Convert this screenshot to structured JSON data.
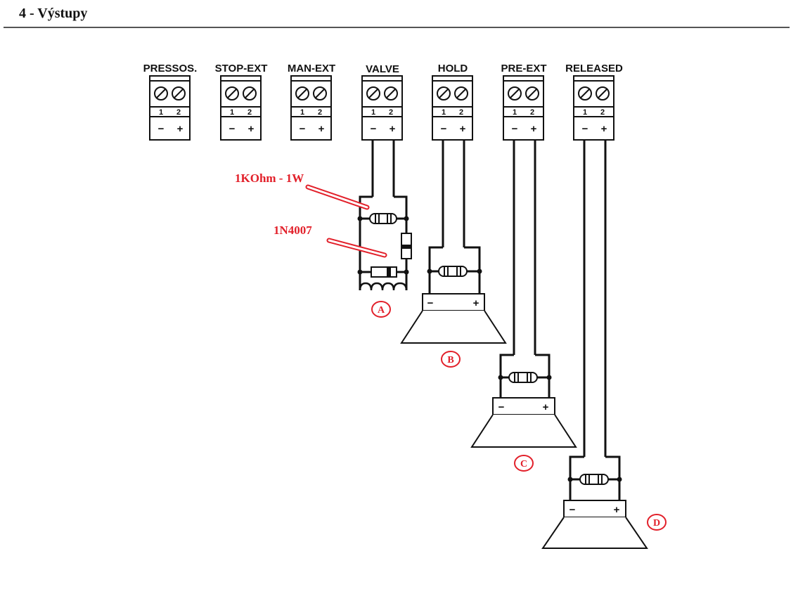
{
  "header": {
    "title": "4 - Výstupy"
  },
  "colors": {
    "wire": "#111111",
    "annotation": "#e2202a"
  },
  "terminals": [
    {
      "label": "PRESSOS.",
      "pins": [
        "1",
        "2"
      ],
      "polarity": [
        "−",
        "+"
      ]
    },
    {
      "label": "STOP-EXT",
      "pins": [
        "1",
        "2"
      ],
      "polarity": [
        "−",
        "+"
      ]
    },
    {
      "label": "MAN-EXT",
      "pins": [
        "1",
        "2"
      ],
      "polarity": [
        "−",
        "+"
      ]
    },
    {
      "label": "VALVE",
      "pins": [
        "1",
        "2"
      ],
      "polarity": [
        "−",
        "+"
      ]
    },
    {
      "label": "HOLD",
      "pins": [
        "1",
        "2"
      ],
      "polarity": [
        "−",
        "+"
      ]
    },
    {
      "label": "PRE-EXT",
      "pins": [
        "1",
        "2"
      ],
      "polarity": [
        "−",
        "+"
      ]
    },
    {
      "label": "RELEASED",
      "pins": [
        "1",
        "2"
      ],
      "polarity": [
        "−",
        "+"
      ]
    }
  ],
  "annotations": {
    "resistor": "1KOhm - 1W",
    "diode": "1N4007"
  },
  "loads": [
    {
      "letter": "A",
      "kind": "coil"
    },
    {
      "letter": "B",
      "kind": "speaker",
      "polarity": [
        "−",
        "+"
      ]
    },
    {
      "letter": "C",
      "kind": "speaker",
      "polarity": [
        "−",
        "+"
      ]
    },
    {
      "letter": "D",
      "kind": "speaker",
      "polarity": [
        "−",
        "+"
      ]
    }
  ]
}
